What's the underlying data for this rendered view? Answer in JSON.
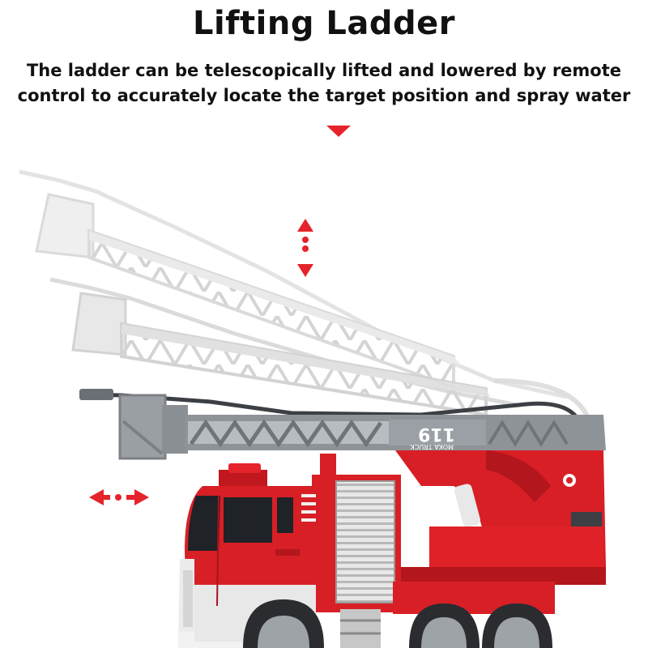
{
  "header": {
    "title": "Lifting Ladder",
    "description": "The ladder can be telescopically lifted and lowered by remote control to accurately locate the target position and spray water"
  },
  "truck": {
    "ladder_number": "119",
    "ladder_brand": "MOKA TRUCK"
  },
  "colors": {
    "accent_red": "#e5232a",
    "truck_red": "#d81f26",
    "ladder_gray": "#8e9398",
    "ghost_gray": "#dcdcdc",
    "text_dark": "#111111"
  },
  "icons": {
    "top_indicator": "down-triangle-icon",
    "vertical_motion": "up-down-arrow-icon",
    "horizontal_motion": "left-right-arrow-icon"
  }
}
